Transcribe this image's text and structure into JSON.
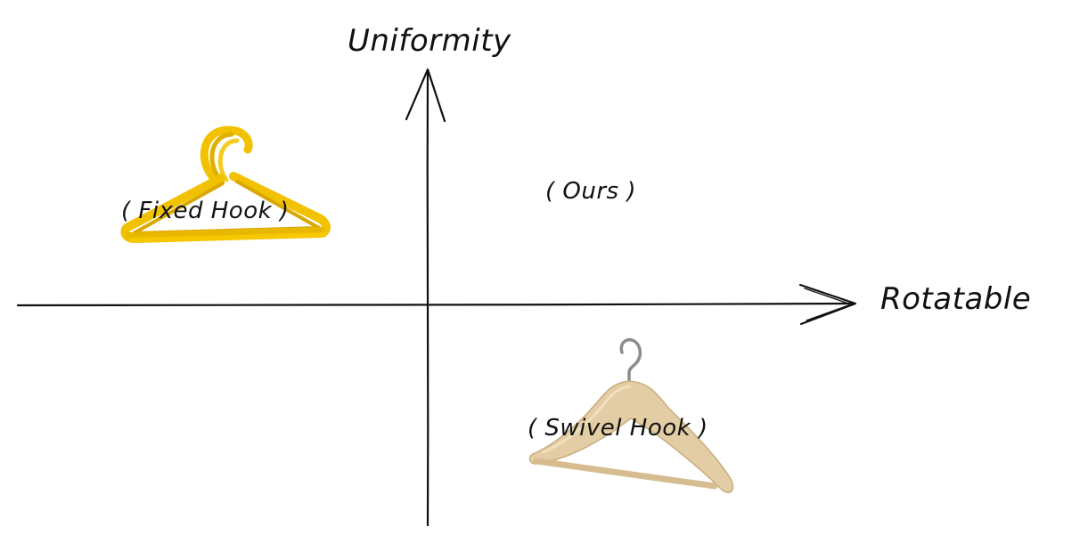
{
  "axes": {
    "y_title": "Uniformity",
    "x_title": "Rotatable"
  },
  "quadrants": [
    {
      "id": "fixed",
      "label": "( Fixed Hook )",
      "image": "yellow-plastic-hanger-stack",
      "color": "#f2c200"
    },
    {
      "id": "ours",
      "label": "( Ours )",
      "image": ""
    },
    {
      "id": "swivel",
      "label": "( Swivel Hook )",
      "image": "wooden-hanger-with-metal-hook",
      "color": "#e3cda4"
    }
  ]
}
